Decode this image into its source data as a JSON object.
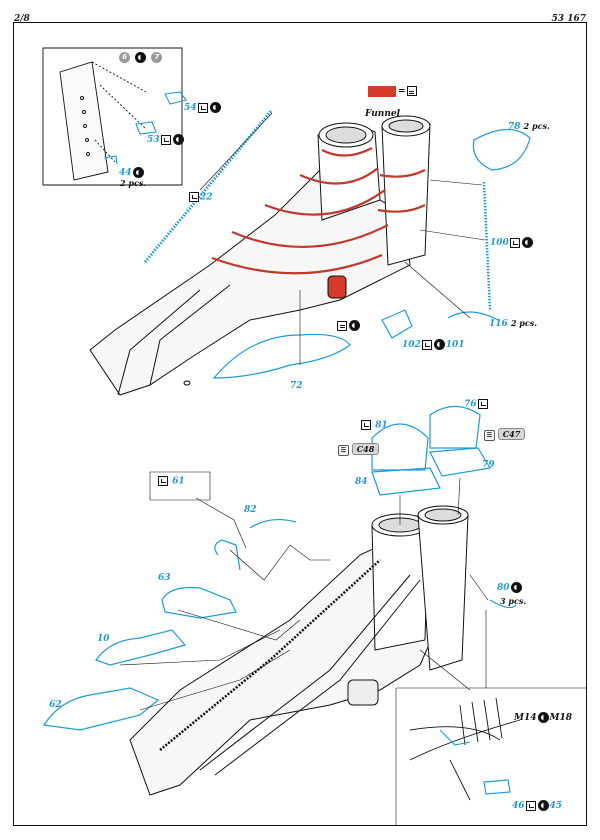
{
  "header": {
    "page": "2/8",
    "code": "53 167"
  },
  "top": {
    "title": "Funnel",
    "legend_color": "#d63a2a",
    "inset_markers": [
      "6",
      "7"
    ],
    "parts": [
      {
        "num": "54"
      },
      {
        "num": "53"
      },
      {
        "num": "44",
        "qty": "2 pcs."
      },
      {
        "num": "22"
      },
      {
        "num": "78",
        "qty": "2 pcs."
      },
      {
        "num": "100"
      },
      {
        "num": "116",
        "qty": "2 pcs."
      },
      {
        "num": "102"
      },
      {
        "num": "101"
      },
      {
        "num": "72"
      }
    ]
  },
  "bottom": {
    "parts": [
      {
        "num": "81"
      },
      {
        "num": "76"
      },
      {
        "num": "84"
      },
      {
        "num": "79"
      },
      {
        "num": "61"
      },
      {
        "num": "82"
      },
      {
        "num": "63"
      },
      {
        "num": "10"
      },
      {
        "num": "62"
      },
      {
        "num": "80",
        "qty": "3 pcs."
      },
      {
        "num": "M14"
      },
      {
        "num": "M18"
      },
      {
        "num": "46"
      },
      {
        "num": "45"
      }
    ],
    "callouts": [
      "C48",
      "C47"
    ]
  },
  "colors": {
    "accent": "#1e9bd7",
    "outline": "#111111",
    "red": "#c0392b"
  }
}
